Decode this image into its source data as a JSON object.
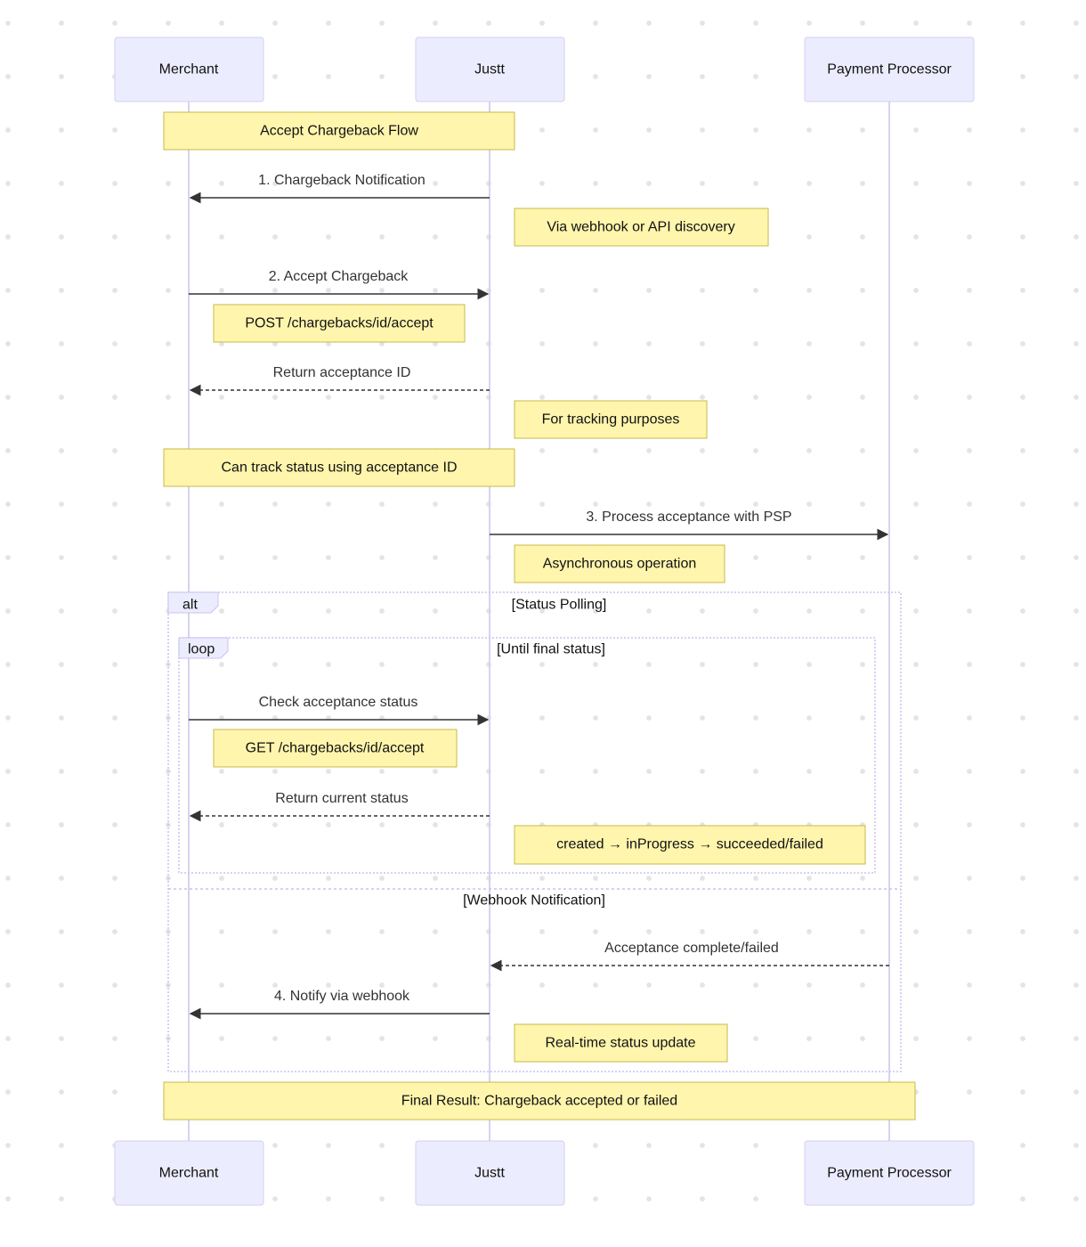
{
  "participants": {
    "merchant": "Merchant",
    "justt": "Justt",
    "processor": "Payment Processor"
  },
  "notes": {
    "accept_flow": "Accept Chargeback Flow",
    "webhook_or_api": "Via webhook or API discovery",
    "post_accept": "POST /chargebacks/id/accept",
    "tracking": "For tracking purposes",
    "track_status": "Can track status using acceptance ID",
    "async": "Asynchronous operation",
    "get_accept": "GET /chargebacks/id/accept",
    "status_chain": "created → inProgress → succeeded/failed",
    "realtime": "Real-time status update",
    "final_result": "Final Result: Chargeback accepted or failed"
  },
  "messages": {
    "m1": "1. Chargeback Notification",
    "m2": "2. Accept Chargeback",
    "m2_return": "Return acceptance ID",
    "m3": "3. Process acceptance with PSP",
    "check_status": "Check acceptance status",
    "return_status": "Return current status",
    "complete_failed": "Acceptance complete/failed",
    "m4": "4. Notify via webhook"
  },
  "frames": {
    "alt_label": "alt",
    "alt_condition": "[Status Polling]",
    "alt_else_condition": "[Webhook Notification]",
    "loop_label": "loop",
    "loop_condition": "[Until final status]"
  }
}
